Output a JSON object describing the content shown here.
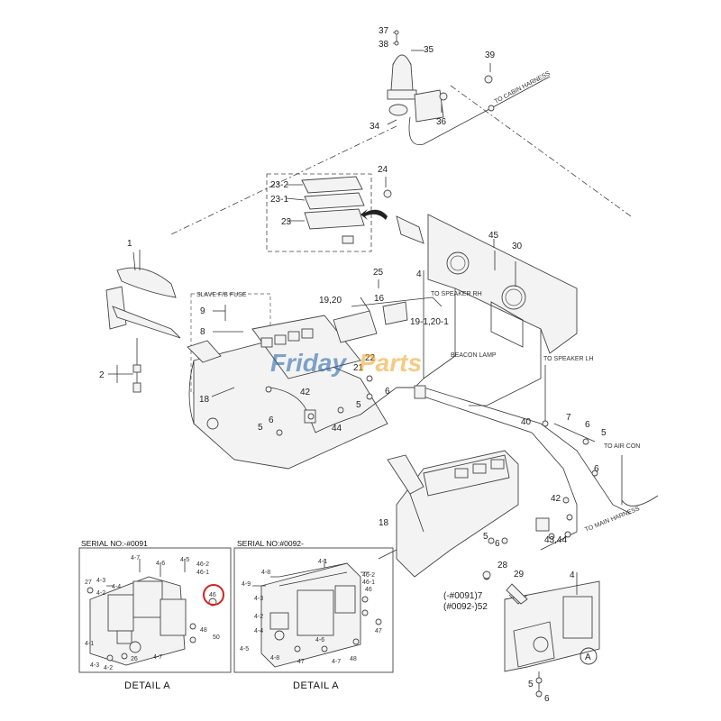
{
  "labels": {
    "p37": "37",
    "p38": "38",
    "p35": "35",
    "p39": "39",
    "p34": "34",
    "p36": "36",
    "p24": "24",
    "p23_2": "23-2",
    "p23_1": "23-1",
    "p23": "23",
    "p45": "45",
    "p30": "30",
    "p4a": "4",
    "p25": "25",
    "p1": "1",
    "p9": "9",
    "p8": "8",
    "p19_20": "19,20",
    "p16": "16",
    "p19_20_1": "19-1,20-1",
    "p21": "21",
    "p22": "22",
    "p2": "2",
    "p18a": "18",
    "p42a": "42",
    "p44a": "44",
    "p5a": "5",
    "p6a": "6",
    "p5b": "5",
    "p6b": "6",
    "p40": "40",
    "p7a": "7",
    "p6c": "6",
    "p5c": "5",
    "p6d": "6",
    "p42b": "42",
    "p18b": "18",
    "p5d": "5",
    "p6e": "6",
    "p43_44": "43,44",
    "p28": "28",
    "p29": "29",
    "p4b": "4",
    "p7_52": "(-#0091)7",
    "p52": "(#0092-)52",
    "p5e": "5",
    "p6f": "6",
    "circleA": "A"
  },
  "callouts": {
    "to_cabin_harness": "TO CABIN HARNESS",
    "to_speaker_rh": "TO SPEAKER RH",
    "beacon_lamp": "BEACON LAMP",
    "to_speaker_lh": "TO SPEAKER LH",
    "to_air_con": "TO AIR CON",
    "to_main_harness": "TO MAIN HARNESS",
    "fuse_note": "SLAVE F/B FUSE"
  },
  "detail_left": {
    "serial": "SERIAL NO:-#0091",
    "caption": "DETAIL  A",
    "parts": [
      "4-7",
      "4-6",
      "4-3",
      "4-2",
      "27",
      "4-4",
      "4-1",
      "4-5",
      "46-2",
      "46-1",
      "46",
      "48",
      "50",
      "4-7",
      "4-2",
      "4-3",
      "26"
    ]
  },
  "detail_right": {
    "serial": "SERIAL NO:#0092-",
    "caption": "DETAIL  A",
    "parts": [
      "4-1",
      "4-8",
      "4-9",
      "46-2",
      "46-1",
      "46",
      "4-3",
      "4-2",
      "4-4",
      "4-5",
      "4-6",
      "47",
      "4-7",
      "48",
      "47",
      "4-8"
    ]
  },
  "watermark": {
    "part1": "Friday",
    "part2": "Parts",
    "color1": "#1e5fa8",
    "color2": "#f0a020"
  },
  "highlight_color": "#d42020"
}
